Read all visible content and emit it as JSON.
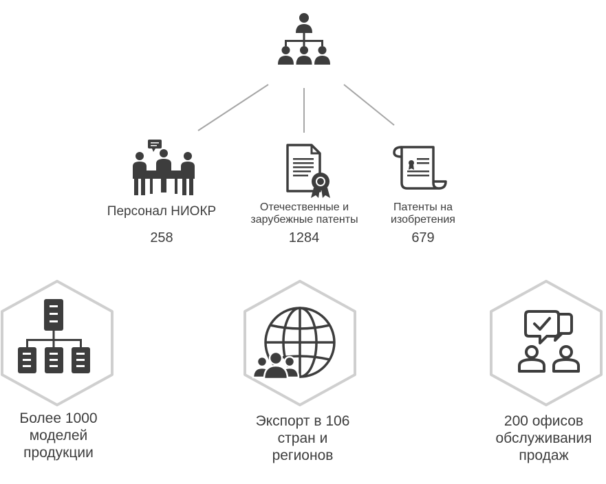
{
  "colors": {
    "icon": "#3d3d3d",
    "line": "#a6a6a6",
    "hex_stroke": "#cfcfcf"
  },
  "top_icon": "org-chart-icon",
  "stats": [
    {
      "icon": "meeting-people-icon",
      "label": "Персонал НИОКР",
      "value": "258"
    },
    {
      "icon": "patent-document-icon",
      "label_line1": "Отечественные и",
      "label_line2": "зарубежные патенты",
      "value": "1284"
    },
    {
      "icon": "certificate-scroll-icon",
      "label_line1": "Патенты на",
      "label_line2": "изобретения",
      "value": "679"
    }
  ],
  "features": [
    {
      "icon": "product-tree-icon",
      "line1": "Более 1000",
      "line2": "моделей",
      "line3": "продукции"
    },
    {
      "icon": "globe-users-icon",
      "line1": "Экспорт в 106",
      "line2": "стран и",
      "line3": "регионов"
    },
    {
      "icon": "service-office-icon",
      "line1": "200 офисов",
      "line2": "обслуживания",
      "line3": "продаж"
    }
  ]
}
